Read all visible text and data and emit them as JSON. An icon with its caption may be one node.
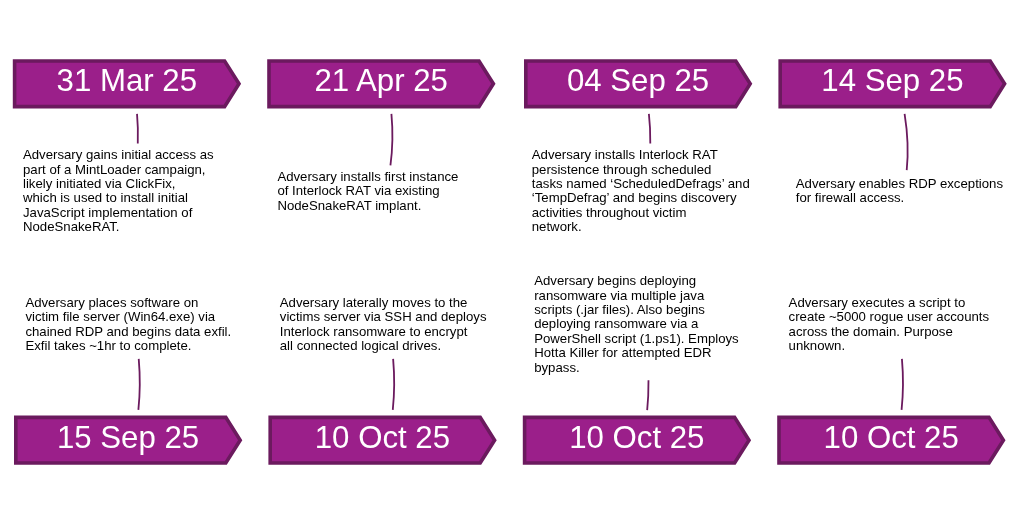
{
  "diagram": {
    "nodes": [
      {
        "text": [
          "31 Mar 25"
        ]
      },
      {
        "text": [
          "21 Apr 25"
        ]
      },
      {
        "text": [
          "04 Sep 25"
        ]
      },
      {
        "text": [
          "14 Sep 25"
        ]
      },
      {
        "text": [
          "Adversary gains initial access as part of a MintLoader campaign, likely initiated via ClickFix, which is used to install initial JavaScript implementation of NodeSnakeRAT."
        ]
      },
      {
        "text": [
          "Adversary installs first instance of Interlock RAT via existing NodeSnakeRAT implant."
        ]
      },
      {
        "text": [
          "Adversary installs Interlock RAT persistence through scheduled tasks named ‘ScheduledDefrags’ and ‘TempDefrag’ and begins discovery activities throughout victim network."
        ]
      },
      {
        "text": [
          "Adversary enables RDP exceptions for firewall access."
        ]
      },
      {
        "text": [
          "Adversary places software on victim file server (Win64.exe) via chained RDP and begins data exfil. Exfil takes ~1hr to complete."
        ]
      },
      {
        "text": [
          "Adversary laterally moves to the victims server via SSH and deploys Interlock ransomware to encrypt all connected logical drives."
        ]
      },
      {
        "text": [
          "Adversary begins deploying ransomware via multiple java scripts (.jar files). Also begins deploying ransomware via a PowerShell script (1.ps1). Employs Hotta Killer for attempted EDR bypass."
        ]
      },
      {
        "text": [
          "Adversary executes a script to create ~5000 rogue user accounts across the domain. Purpose unknown."
        ]
      },
      {
        "text": [
          "15 Sep 25"
        ]
      },
      {
        "text": [
          "10 Oct 25"
        ]
      },
      {
        "text": [
          "10 Oct 25"
        ]
      },
      {
        "text": [
          "10 Oct 25"
        ]
      }
    ],
    "edges": [
      {
        "from": 4,
        "to": 0,
        "arrow": "none"
      },
      {
        "from": 5,
        "to": 1,
        "arrow": "none"
      },
      {
        "from": 6,
        "to": 2,
        "arrow": "none"
      },
      {
        "from": 7,
        "to": 3,
        "arrow": "none"
      },
      {
        "from": 8,
        "to": 12,
        "arrow": "none"
      },
      {
        "from": 9,
        "to": 13,
        "arrow": "none"
      },
      {
        "from": 10,
        "to": 14,
        "arrow": "none"
      },
      {
        "from": 11,
        "to": 15,
        "arrow": "none"
      }
    ]
  }
}
